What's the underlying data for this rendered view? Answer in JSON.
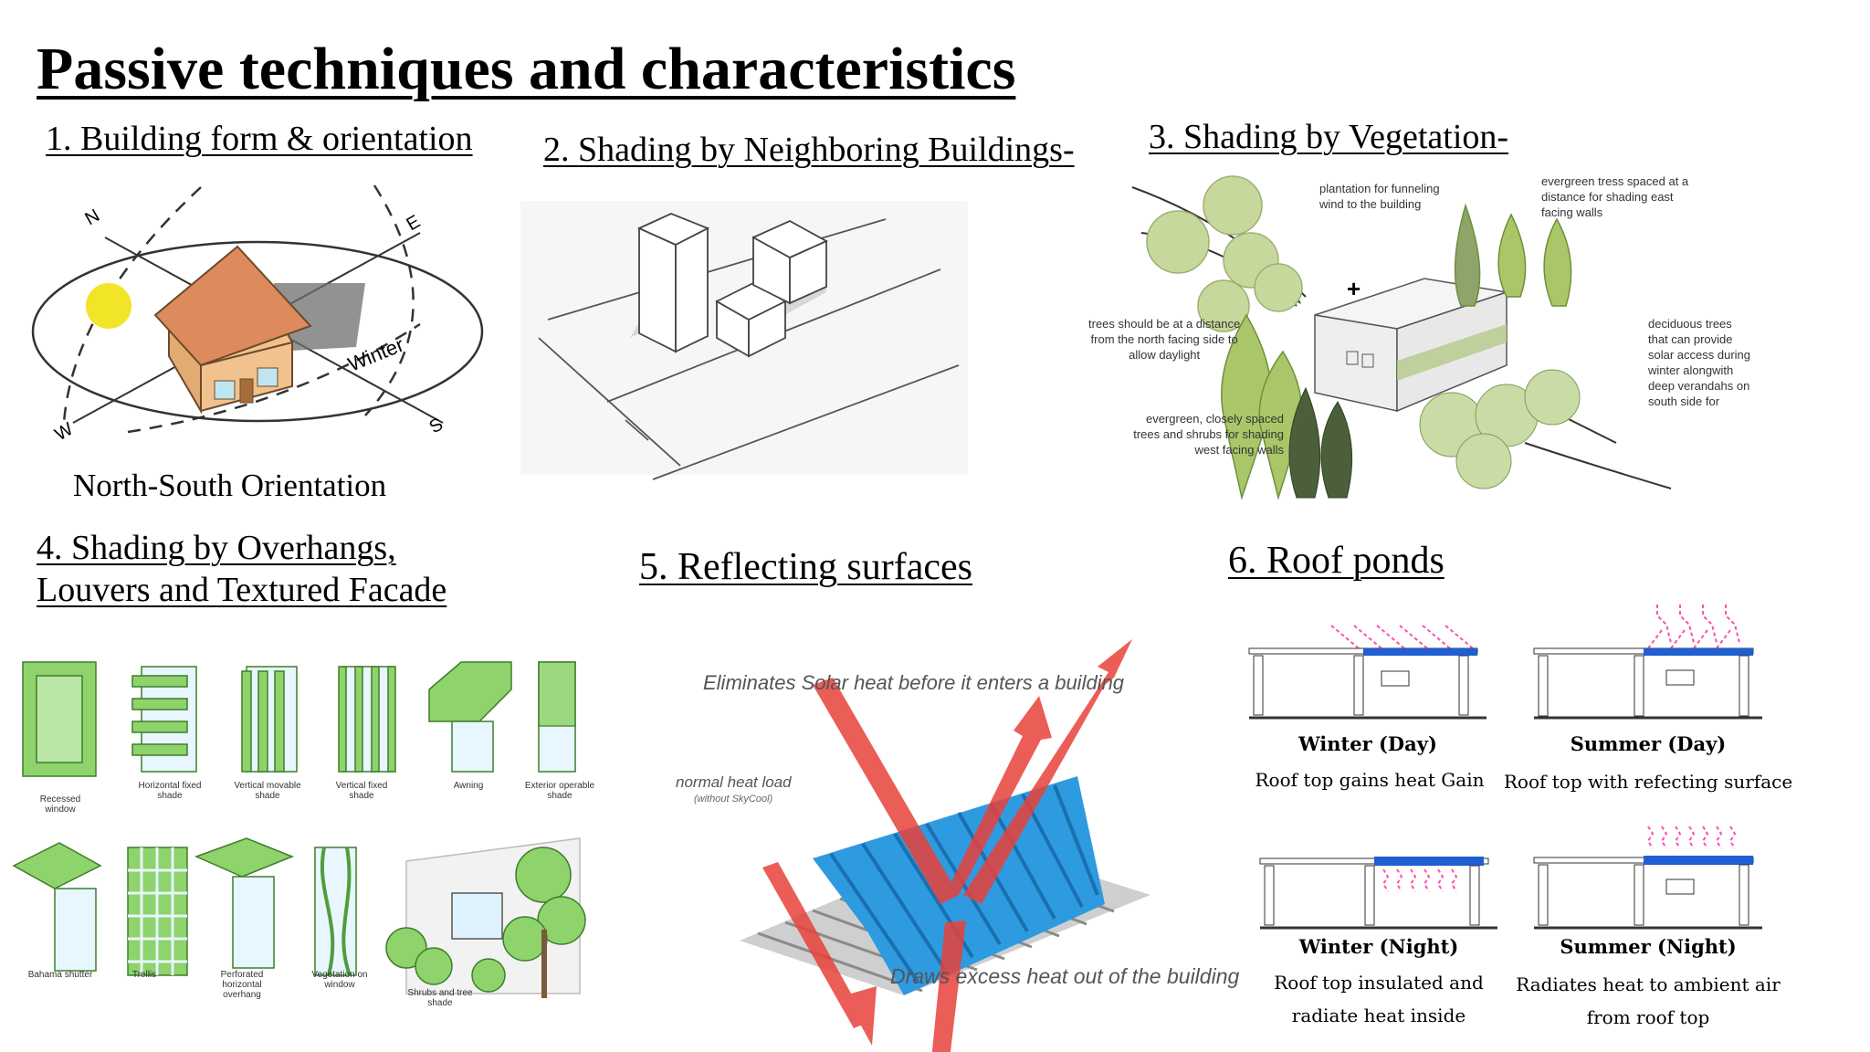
{
  "title": "Passive techniques and characteristics",
  "sections": {
    "s1": {
      "heading": "1. Building form & orientation",
      "caption": "North-South Orientation",
      "compass": {
        "n": "N",
        "e": "E",
        "s": "S",
        "w": "W",
        "winter": "Winter"
      }
    },
    "s2": {
      "heading": "2. Shading by Neighboring Buildings-"
    },
    "s3": {
      "heading": "3. Shading by Vegetation-",
      "notes": {
        "plantation": [
          "plantation for funneling",
          "wind to the building"
        ],
        "evergreen_east": [
          "evergreen tress spaced at a",
          "distance for shading east",
          "facing walls"
        ],
        "north": [
          "trees should be at a distance",
          "from the north facing side to",
          "allow daylight"
        ],
        "deciduous": [
          "deciduous trees",
          "that can provide",
          "solar access during",
          "winter alongwith",
          "deep verandahs on",
          "south side for"
        ],
        "west": [
          "evergreen, closely spaced",
          "trees and shrubs for shading",
          "west facing walls"
        ]
      }
    },
    "s4": {
      "heading_line1": "4. Shading by Overhangs,",
      "heading_line2": "Louvers and Textured Facade",
      "row1": [
        "Recessed window",
        "Horizontal fixed shade",
        "Vertical movable shade",
        "Vertical fixed shade",
        "Awning",
        "Exterior operable shade"
      ],
      "row2": [
        "Bahama shutter",
        "Trellis",
        "Perforated horizontal overhang",
        "Vegetation on window",
        "Shrubs and tree shade"
      ]
    },
    "s5": {
      "heading": "5. Reflecting surfaces",
      "top_text": "Eliminates Solar heat before it enters a building",
      "load_text": "normal heat load",
      "load_sub": "(without SkyCool)",
      "bottom_text": "Draws excess heat out of the building"
    },
    "s6": {
      "heading": "6. Roof ponds",
      "panels": [
        {
          "label": "Winter (Day)",
          "desc1": "Roof top gains heat Gain",
          "desc2": ""
        },
        {
          "label": "Summer (Day)",
          "desc1": "Roof top with refecting surface",
          "desc2": ""
        },
        {
          "label": "Winter (Night)",
          "desc1": "Roof top insulated and",
          "desc2": "radiate heat inside"
        },
        {
          "label": "Summer (Night)",
          "desc1": "Radiates heat to ambient air",
          "desc2": "from roof top"
        }
      ]
    }
  },
  "colors": {
    "sun": "#f2e426",
    "roof": "#dd8a5c",
    "wall": "#f1c28e",
    "green": "#8ed36b",
    "green_dark": "#4e9e3a",
    "water": "#1e5fd1",
    "heat": "#ff4fb0",
    "red_arrow": "#e8413a",
    "blue_roof": "#2e9be0"
  }
}
